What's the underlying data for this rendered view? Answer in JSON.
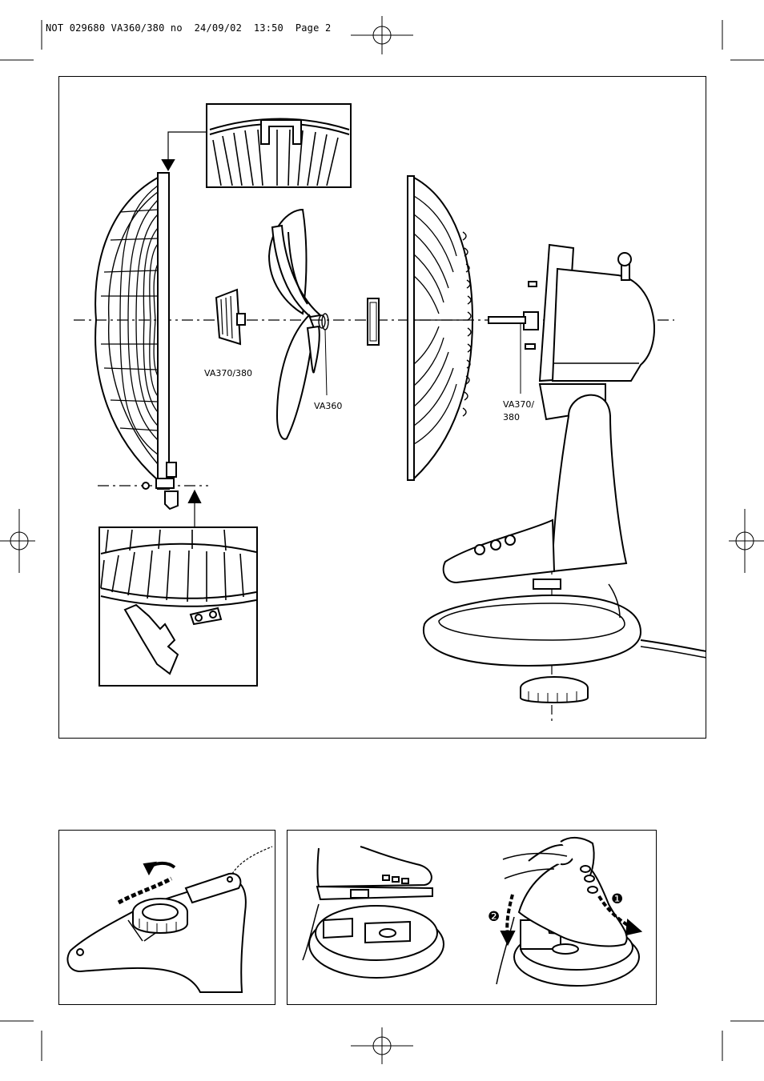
{
  "header": {
    "print_slug": "NOT 029680 VA360/380 no  24/09/02  13:50  Page 2"
  },
  "diagram_labels": {
    "nut_model": "VA370/380",
    "clip_model": "VA360",
    "spindle_model_line1": "VA370/",
    "spindle_model_line2": "380"
  },
  "step_markers": {
    "step_one": "❶",
    "step_two": "❷"
  },
  "colors": {
    "ink": "#000000",
    "paper": "#ffffff"
  }
}
